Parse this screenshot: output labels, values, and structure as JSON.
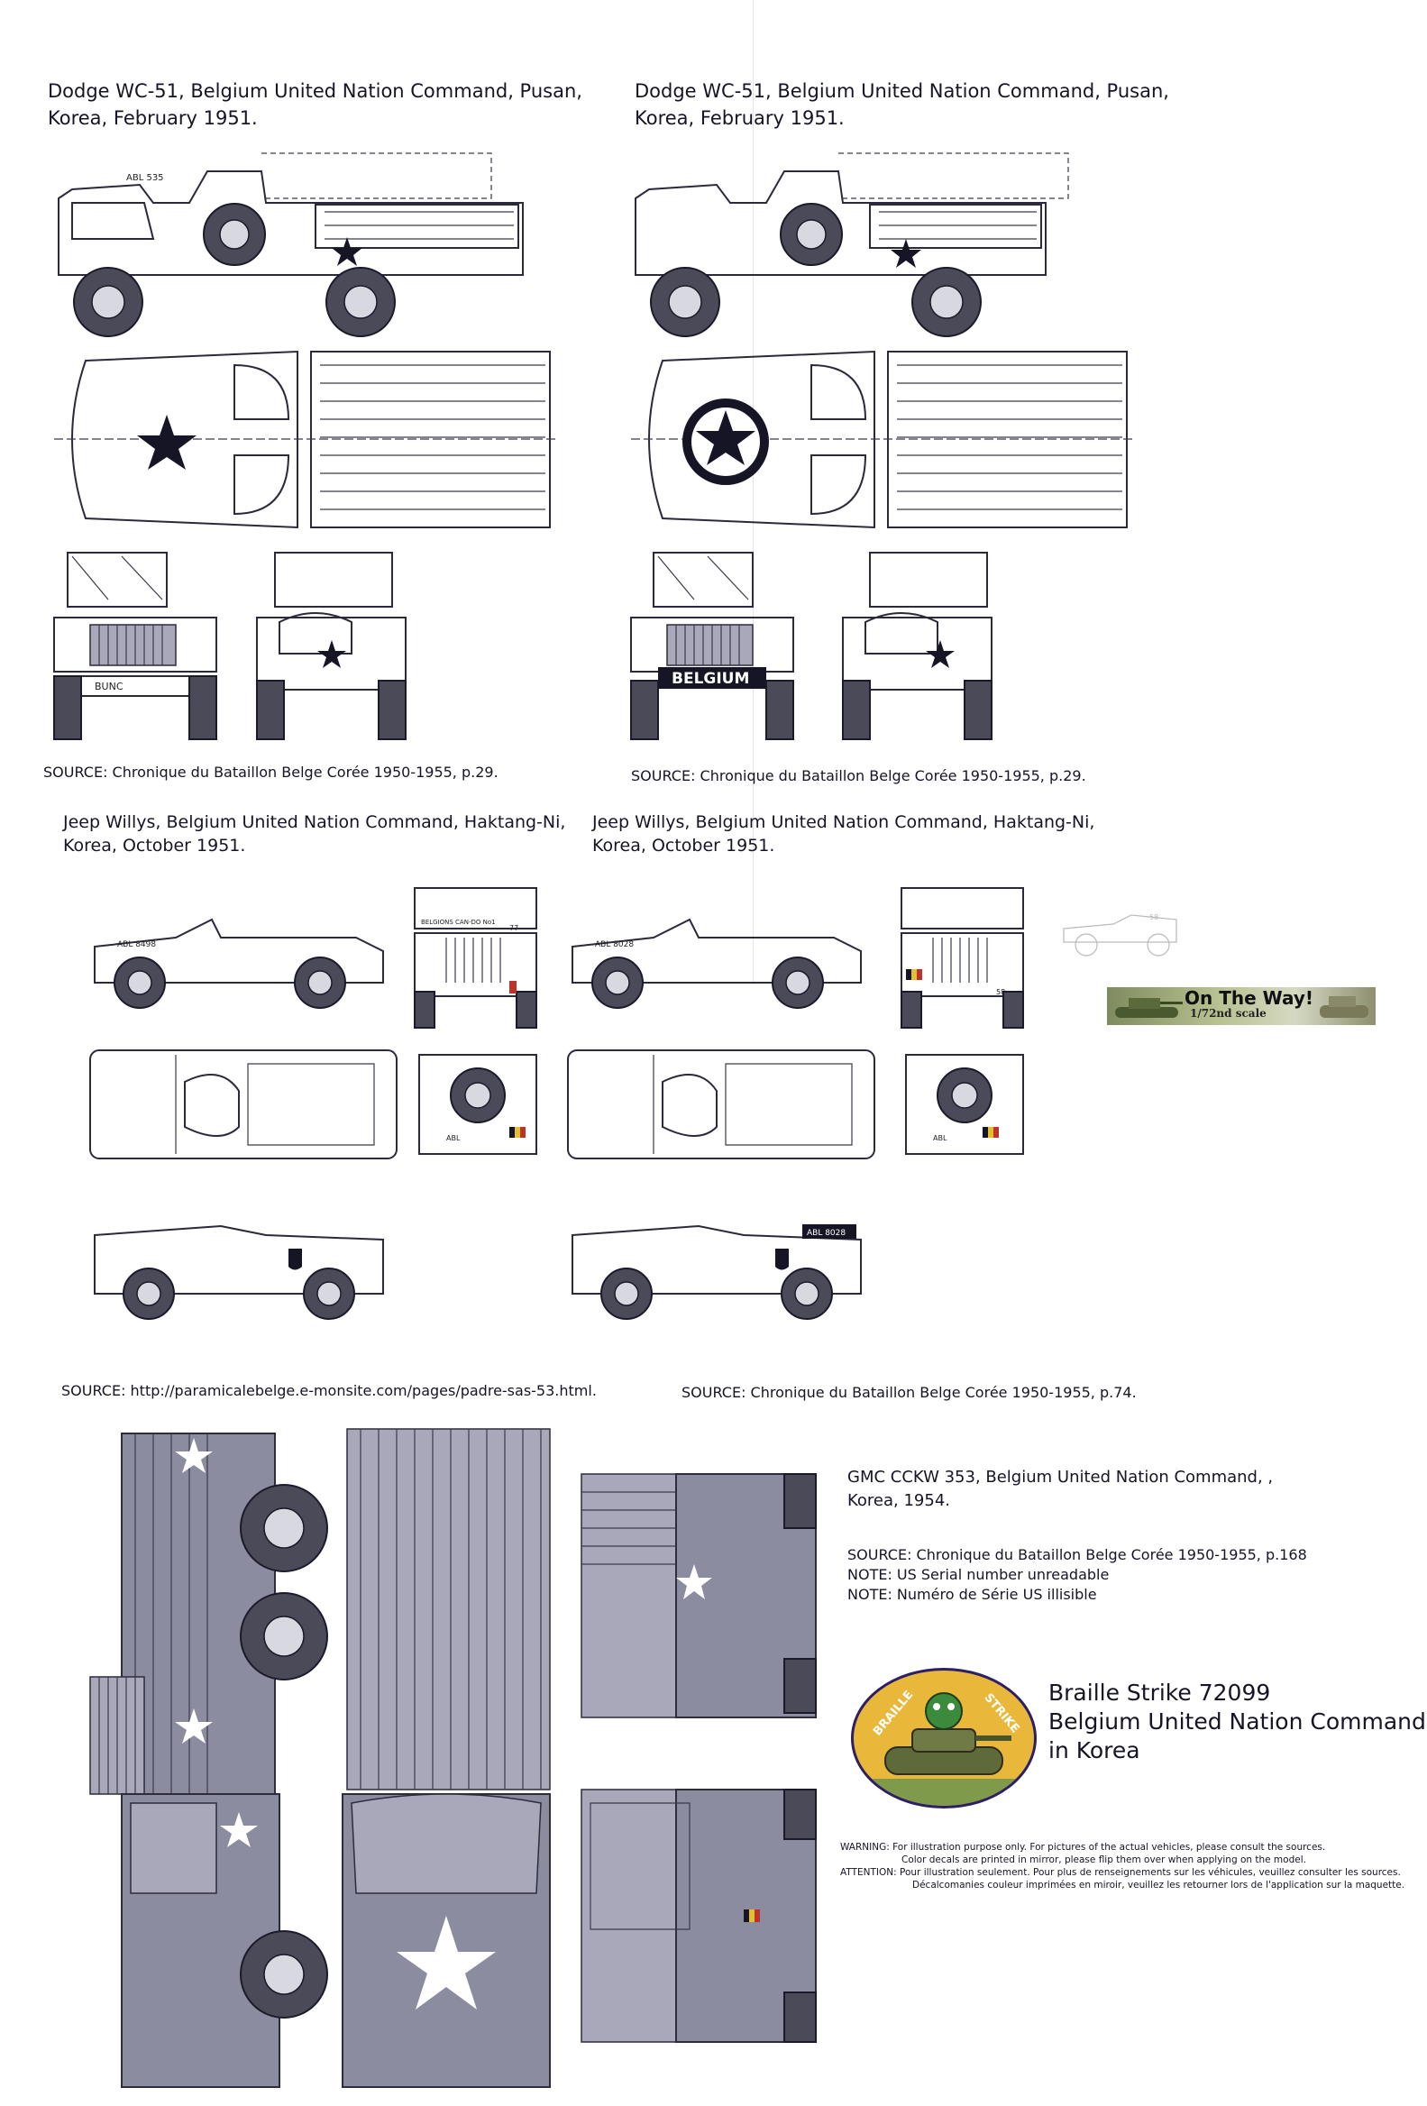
{
  "dodge_left": {
    "caption_line1": "Dodge WC-51, Belgium United Nation Command, Pusan,",
    "caption_line2": "Korea, February 1951.",
    "source": "SOURCE: Chronique du Bataillon Belge Corée 1950-1955, p.29.",
    "plate_text": "BUNC"
  },
  "dodge_right": {
    "caption_line1": "Dodge WC-51, Belgium United Nation Command, Pusan,",
    "caption_line2": "Korea, February 1951.",
    "source": "SOURCE: Chronique du Bataillon Belge Corée 1950-1955, p.29.",
    "plate_text": "BELGIUM"
  },
  "jeep_left": {
    "caption_line1": "Jeep Willys, Belgium United Nation Command, Haktang-Ni,",
    "caption_line2": "Korea, October 1951.",
    "source": "SOURCE: http://paramicalebelge.e-monsite.com/pages/padre-sas-53.html.",
    "hood_number": "ABL 8498",
    "windshield_text": "BELGIONS  CAN-DO  No1",
    "bumper_number": "77",
    "rear_text": "ABL"
  },
  "jeep_right": {
    "caption_line1": "Jeep Willys, Belgium United Nation Command, Haktang-Ni,",
    "caption_line2": "Korea, October 1951.",
    "source": "SOURCE: Chronique du Bataillon Belge Corée 1950-1955, p.74.",
    "hood_number": "ABL 8028",
    "bumper_number": "58",
    "rear_text": "ABL",
    "side_number": "ABL 8028"
  },
  "gmc": {
    "caption_line1": "GMC CCKW 353, Belgium United Nation Command, ,",
    "caption_line2": "Korea, 1954.",
    "source": "SOURCE: Chronique du Bataillon Belge Corée 1950-1955, p.168",
    "note_en": "NOTE: US Serial number unreadable",
    "note_fr": "NOTE: Numéro de Série US illisible"
  },
  "ontheway": {
    "title": "On The Way!",
    "scale": "1/72nd scale",
    "ghost_number": "58"
  },
  "product": {
    "line1": "Braille Strike 72099",
    "line2": "Belgium United Nation Command",
    "line3": "in Korea",
    "logo_word_left": "BRAILLE",
    "logo_word_right": "STRIKE"
  },
  "warning": {
    "line1": "WARNING: For illustration purpose only. For pictures of the actual vehicles, please consult the sources.",
    "line2": "Color decals are printed in mirror, please flip them over when applying on the model.",
    "line3": "ATTENTION: Pour illustration seulement. Pour plus de renseignements sur les véhicules, veuillez consulter les sources.",
    "line4": "Décalcomanies couleur imprimées en miroir, veuillez les retourner lors de l'application sur la maquette."
  },
  "colors": {
    "ink": "#1a1a2e",
    "truck_grey": "#8c8ca0",
    "logo_yellow": "#e9b83a",
    "logo_border": "#2d1f66"
  }
}
